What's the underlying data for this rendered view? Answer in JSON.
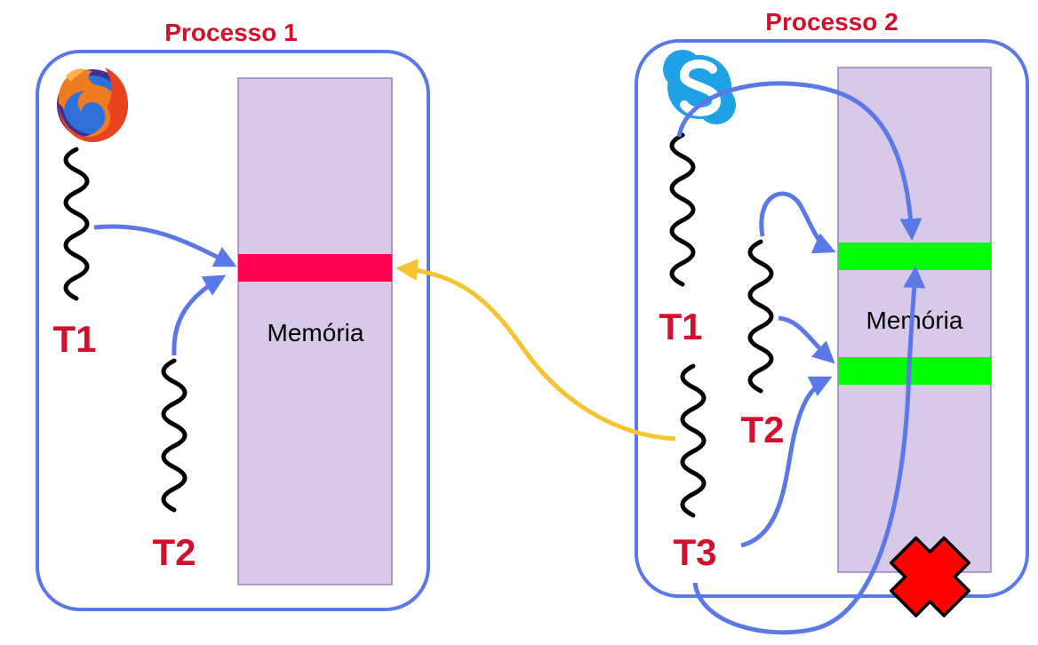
{
  "colors": {
    "process_border": "#5a78e6",
    "memory_fill": "#d9c9e8",
    "memory_border": "#9b7fc9",
    "shared_region_p1": "#ff0050",
    "shared_region_p2": "#00ff00",
    "label_red": "#d0102c",
    "arrow_blue": "#5a78e6",
    "arrow_blocked": "#f5c430",
    "blocked_x": "#ff0000",
    "thread_black": "#000000"
  },
  "process1": {
    "title": "Processo 1",
    "app_icon": "firefox-icon",
    "memory_label": "Memória",
    "threads": [
      {
        "label": "T1"
      },
      {
        "label": "T2"
      }
    ]
  },
  "process2": {
    "title": "Processo 2",
    "app_icon": "skype-icon",
    "memory_label": "Memória",
    "threads": [
      {
        "label": "T1"
      },
      {
        "label": "T2"
      },
      {
        "label": "T3"
      }
    ]
  },
  "blocked_access": {
    "icon": "cross-icon",
    "from": "process2.T3",
    "to": "process1.memory"
  }
}
